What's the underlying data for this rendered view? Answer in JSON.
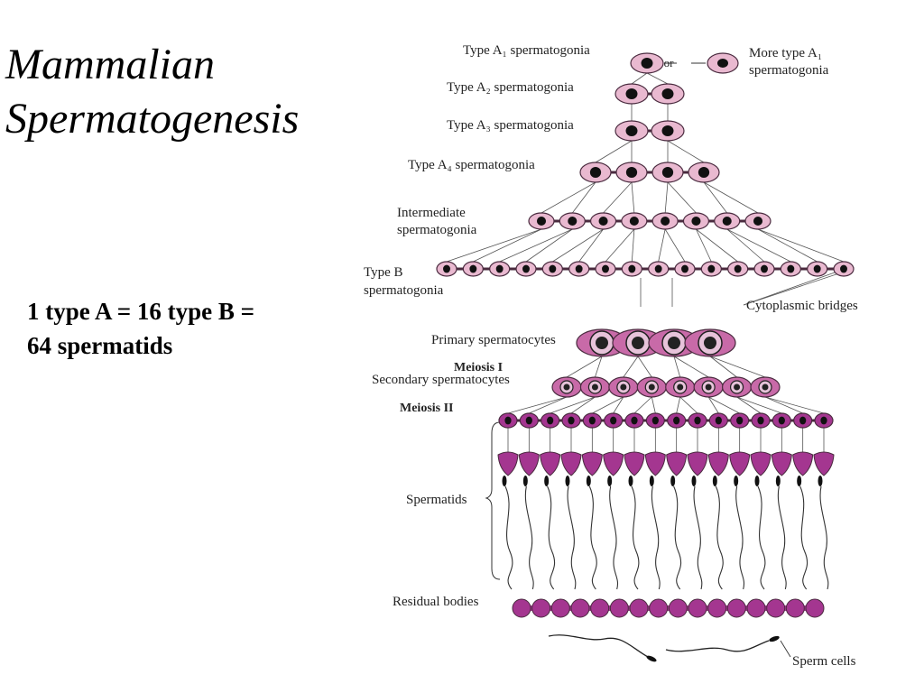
{
  "slide": {
    "title_line1": "Mammalian",
    "title_line2": "Spermatogenesis",
    "body_line1": "1 type A = 16 type B =",
    "body_line2": "64 spermatids"
  },
  "diagram": {
    "labels": {
      "a1": "Type A₁ spermatogonia",
      "or": "or",
      "more_a1_line1": "More type A₁",
      "more_a1_line2": "spermatogonia",
      "a2": "Type A₂ spermatogonia",
      "a3": "Type A₃ spermatogonia",
      "a4": "Type A₄ spermatogonia",
      "intermediate_line1": "Intermediate",
      "intermediate_line2": "spermatogonia",
      "typeb_line1": "Type B",
      "typeb_line2": "spermatogonia",
      "bridges": "Cytoplasmic bridges",
      "primary": "Primary spermatocytes",
      "meiosis1": "Meiosis I",
      "secondary": "Secondary spermatocytes",
      "meiosis2": "Meiosis II",
      "spermatids": "Spermatids",
      "residual": "Residual bodies",
      "sperm": "Sperm cells"
    },
    "colors": {
      "spermatogonia_fill": "#e9b9d0",
      "spermatocyte_fill": "#c86aa8",
      "spermatid_fill": "#a43690",
      "nucleus": "#111111",
      "outline": "#4a2b3f",
      "line": "#555555"
    },
    "row_counts": {
      "a1": 1,
      "a2": 2,
      "a3": 2,
      "a4": 4,
      "intermediate": 8,
      "type_b": 16,
      "primary": 4,
      "secondary": 8,
      "spermatids": 16,
      "residual": 16
    }
  }
}
